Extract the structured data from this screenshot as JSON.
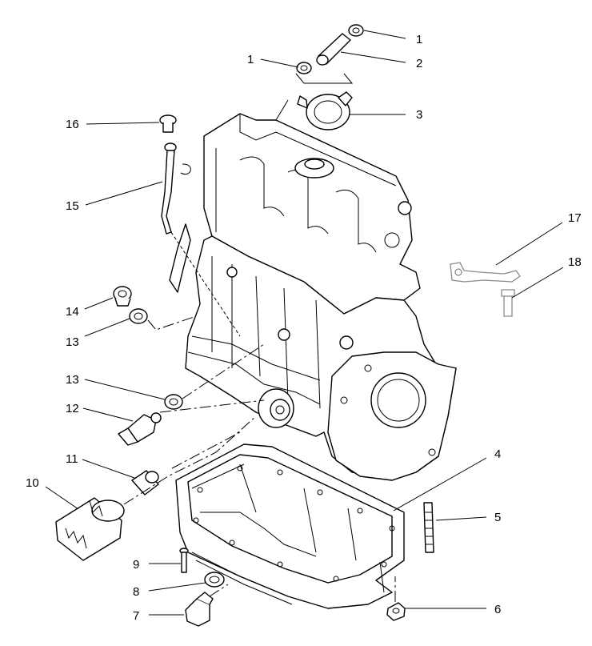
{
  "diagram": {
    "callouts": [
      {
        "id": "c1a",
        "label": "1"
      },
      {
        "id": "c1b",
        "label": "1"
      },
      {
        "id": "c2",
        "label": "2"
      },
      {
        "id": "c3",
        "label": "3"
      },
      {
        "id": "c4",
        "label": "4"
      },
      {
        "id": "c5",
        "label": "5"
      },
      {
        "id": "c6",
        "label": "6"
      },
      {
        "id": "c7",
        "label": "7"
      },
      {
        "id": "c8",
        "label": "8"
      },
      {
        "id": "c9",
        "label": "9"
      },
      {
        "id": "c10",
        "label": "10"
      },
      {
        "id": "c11",
        "label": "11"
      },
      {
        "id": "c12",
        "label": "12"
      },
      {
        "id": "c13a",
        "label": "13"
      },
      {
        "id": "c13b",
        "label": "13"
      },
      {
        "id": "c14",
        "label": "14"
      },
      {
        "id": "c15",
        "label": "15"
      },
      {
        "id": "c16",
        "label": "16"
      },
      {
        "id": "c17",
        "label": "17"
      },
      {
        "id": "c18",
        "label": "18"
      }
    ],
    "colors": {
      "line": "#000000",
      "background": "#ffffff",
      "faded_part": "#8a8a8a"
    }
  }
}
